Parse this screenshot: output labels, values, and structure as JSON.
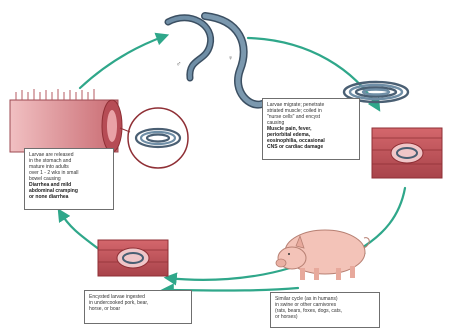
{
  "colors": {
    "arrow": "#2fa78a",
    "worm_fill": "#5f7d94",
    "worm_stroke": "#3b4f62",
    "muscle": "#c0545a",
    "muscle_dark": "#8f2f35",
    "intestine": "#d98a8e",
    "pig": "#f3c3b8",
    "cyst": "#4a5f73"
  },
  "icons": [
    "adult-worms-icon",
    "coiled-larva-icon",
    "intestine-icon",
    "muscle-cyst-icon",
    "pig-icon"
  ],
  "notes": {
    "top_right": {
      "lines": [
        "Larvae migrate; penetrate",
        "striated muscle; coiled in",
        "\"nurse cells\" and encyst",
        "causing"
      ],
      "bold_lines": [
        "Muscle pain, fever,",
        "periorbital edema,",
        "eosinophilia, occasional",
        "CNS or cardiac damage"
      ]
    },
    "left": {
      "lines": [
        "Larvae are released",
        "in the stomach and",
        "mature into adults",
        "over 1 - 2 wks in small",
        "bowel causing"
      ],
      "bold_lines": [
        "Diarrhea and mild",
        "abdominal cramping",
        "or none diarrhea"
      ]
    },
    "bottom_left": {
      "lines": [
        "Encysted larvae ingested",
        "in undercooked pork, bear,",
        "horse, or boar"
      ]
    },
    "bottom_right": {
      "lines": [
        "Similar cycle (as in humans)",
        "in swine or other carnivores",
        "(rats, bears, foxes, dogs, cats,",
        "or horses)"
      ]
    }
  }
}
